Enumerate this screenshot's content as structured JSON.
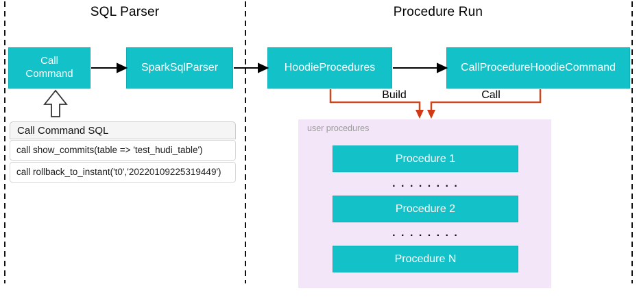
{
  "colors": {
    "teal": "#13c2c8",
    "purple_bg": "#f3e6f8",
    "orange_line": "#c8481f",
    "orange_arrow": "#d23a17",
    "black": "#000000",
    "panel_header_bg": "#f5f5f5"
  },
  "sections": {
    "sql_parser_title": "SQL Parser",
    "procedure_run_title": "Procedure Run"
  },
  "nodes": {
    "call_command": "Call Command",
    "spark_sql_parser": "SparkSqlParser",
    "hoodie_procedures": "HoodieProcedures",
    "call_procedure_hoodie_command": "CallProcedureHoodieCommand"
  },
  "edges": {
    "build_label": "Build",
    "call_label": "Call"
  },
  "sql_panel": {
    "header": "Call Command SQL",
    "rows": [
      "call show_commits(table => 'test_hudi_table')",
      "call rollback_to_instant('t0','20220109225319449')"
    ]
  },
  "user_procedures": {
    "label": "user procedures",
    "items": [
      "Procedure 1",
      "Procedure 2",
      "Procedure N"
    ],
    "dots": ". . . . . . . ."
  }
}
